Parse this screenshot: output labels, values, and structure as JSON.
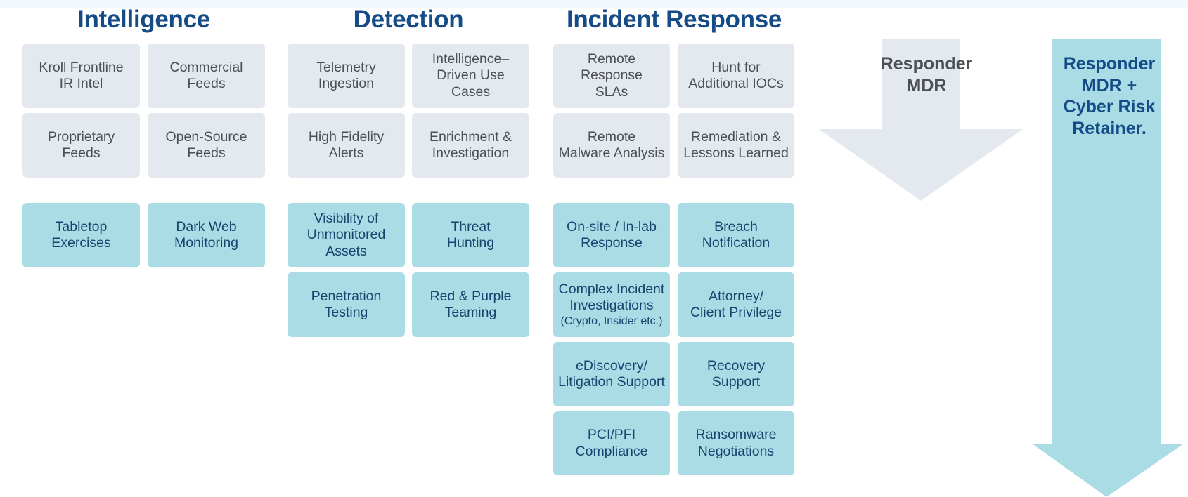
{
  "columns": [
    {
      "id": "intelligence",
      "title": "Intelligence",
      "rows": [
        {
          "kind": "gray",
          "cells": [
            "Kroll Frontline\nIR Intel",
            "Commercial\nFeeds"
          ]
        },
        {
          "kind": "gray",
          "cells": [
            "Proprietary\nFeeds",
            "Open-Source\nFeeds"
          ]
        },
        {
          "kind": "spacer"
        },
        {
          "kind": "teal",
          "cells": [
            "Tabletop\nExercises",
            "Dark Web\nMonitoring"
          ]
        }
      ]
    },
    {
      "id": "detection",
      "title": "Detection",
      "rows": [
        {
          "kind": "gray",
          "cells": [
            "Telemetry\nIngestion",
            "Intelligence–\nDriven Use Cases"
          ]
        },
        {
          "kind": "gray",
          "cells": [
            "High Fidelity\nAlerts",
            "Enrichment &\nInvestigation"
          ]
        },
        {
          "kind": "spacer"
        },
        {
          "kind": "teal",
          "cells": [
            "Visibility of\nUnmonitored\nAssets",
            "Threat\nHunting"
          ]
        },
        {
          "kind": "teal",
          "cells": [
            "Penetration\nTesting",
            "Red & Purple\nTeaming"
          ]
        }
      ]
    },
    {
      "id": "incident",
      "title": "Incident Response",
      "rows": [
        {
          "kind": "gray",
          "cells": [
            "Remote Response\nSLAs",
            "Hunt for\nAdditional IOCs"
          ]
        },
        {
          "kind": "gray",
          "cells": [
            "Remote\nMalware Analysis",
            "Remediation &\nLessons Learned"
          ]
        },
        {
          "kind": "spacer"
        },
        {
          "kind": "teal",
          "cells": [
            "On-site / In-lab\nResponse",
            "Breach\nNotification"
          ]
        },
        {
          "kind": "teal",
          "cells": [
            "Complex Incident\nInvestigations",
            "Attorney/\nClient Privilege"
          ],
          "subs": [
            "(Crypto, Insider etc.)",
            ""
          ]
        },
        {
          "kind": "teal",
          "cells": [
            "eDiscovery/\nLitigation Support",
            "Recovery\nSupport"
          ]
        },
        {
          "kind": "teal",
          "cells": [
            "PCI/PFI\nCompliance",
            "Ransomware\nNegotiations"
          ]
        }
      ]
    }
  ],
  "arrows": {
    "gray": {
      "label": "Responder\nMDR",
      "color": "#e4e8ef",
      "text_color": "#4b4f56"
    },
    "blue": {
      "label": "Responder\nMDR +\nCyber Risk\nRetainer.",
      "color": "#aadce6",
      "text_color": "#154b86"
    }
  },
  "theme": {
    "title_color": "#154b86",
    "gray_box": "#e4e8ef",
    "teal_box": "#aadce6",
    "gray_text": "#4b4f56",
    "teal_text": "#14456e",
    "top_band": "#f2f8fc"
  }
}
